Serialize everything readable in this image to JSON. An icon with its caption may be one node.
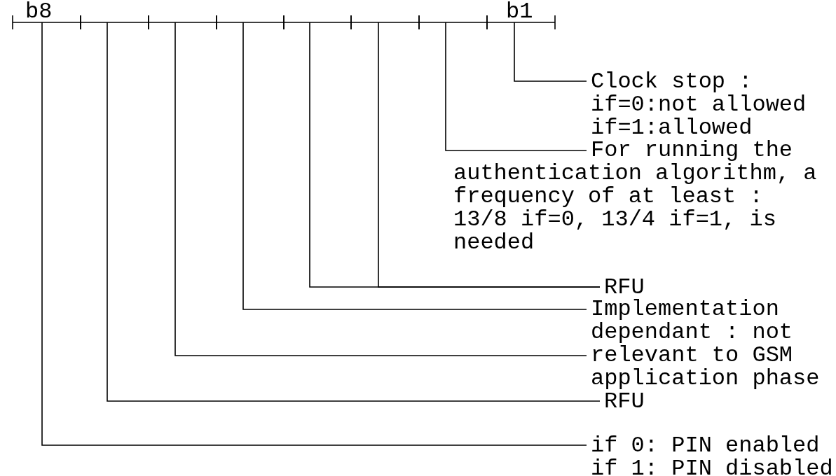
{
  "diagram": {
    "nodes": [
      {
        "text": [],
        "shape": "box"
      },
      {
        "text": [],
        "shape": "box"
      },
      {
        "text": [],
        "shape": "box"
      },
      {
        "text": [],
        "shape": "box"
      },
      {
        "text": [],
        "shape": "box"
      },
      {
        "text": [],
        "shape": "box"
      },
      {
        "text": [],
        "shape": "box"
      },
      {
        "text": [],
        "shape": "box"
      },
      {
        "text": [
          "Clock stop : if=0:not allowed if=1:allowed"
        ]
      },
      {
        "text": [
          "For running the authentication algorithm, a frequency of at least : 13/8 if=0, 13/4 if=1, is needed"
        ]
      },
      {
        "text": [
          "RFU"
        ]
      },
      {
        "text": [
          "Implementation dependant : not relevant to GSM application phase"
        ]
      },
      {
        "text": [
          "RFU"
        ]
      },
      {
        "text": [
          "if 0: PIN enabled if 1: PIN disabled"
        ]
      }
    ],
    "edges": [
      {
        "from": 8,
        "to": 7,
        "arrow": "none"
      },
      {
        "from": 9,
        "to": 6,
        "arrow": "none"
      },
      {
        "from": 10,
        "to": 5,
        "arrow": "none"
      },
      {
        "from": 10,
        "to": 4,
        "arrow": "none"
      },
      {
        "from": 11,
        "to": 3,
        "arrow": "none"
      },
      {
        "from": 11,
        "to": 2,
        "arrow": "none"
      },
      {
        "from": 12,
        "to": 1,
        "arrow": "none"
      },
      {
        "from": 13,
        "to": 0,
        "arrow": "none"
      }
    ],
    "labels": [
      "b8",
      "b1"
    ]
  }
}
